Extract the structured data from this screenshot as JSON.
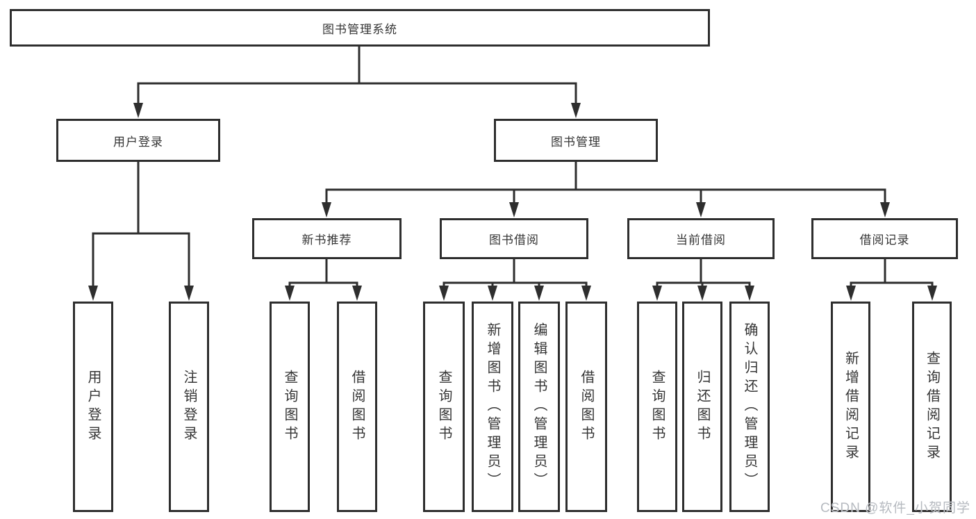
{
  "diagram": {
    "title": "图书管理系统",
    "type": "hierarchy-tree",
    "colors": {
      "line": "#2e2e2e",
      "text": "#353535",
      "background": "#ffffff",
      "watermark": "#b6bac0"
    },
    "watermark": "CSDN @软件_小贺同学"
  },
  "tree": {
    "label": "图书管理系统",
    "children": [
      {
        "label": "用户登录",
        "children": [
          {
            "label": "用户登录"
          },
          {
            "label": "注销登录"
          }
        ]
      },
      {
        "label": "图书管理",
        "children": [
          {
            "label": "新书推荐",
            "children": [
              {
                "label": "查询图书"
              },
              {
                "label": "借阅图书"
              }
            ]
          },
          {
            "label": "图书借阅",
            "children": [
              {
                "label": "查询图书"
              },
              {
                "label": "新增图书（管理员）"
              },
              {
                "label": "编辑图书（管理员）"
              },
              {
                "label": "借阅图书"
              }
            ]
          },
          {
            "label": "当前借阅",
            "children": [
              {
                "label": "查询图书"
              },
              {
                "label": "归还图书"
              },
              {
                "label": "确认归还（管理员）"
              }
            ]
          },
          {
            "label": "借阅记录",
            "children": [
              {
                "label": "新增借阅记录"
              },
              {
                "label": "查询借阅记录"
              }
            ]
          }
        ]
      }
    ]
  }
}
